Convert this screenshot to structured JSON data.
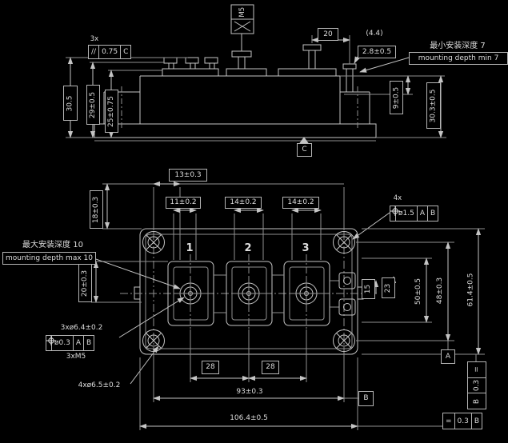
{
  "colors": {
    "background": "#000000",
    "line": "#c4c4c4",
    "light_line": "#8f8f8f",
    "text": "#dcdcdc"
  },
  "side_view": {
    "fcf_terminals": {
      "qty": "3x",
      "symbol": "//",
      "tolerance": "0.75",
      "datum": "C"
    },
    "dim_height_overall": "30.5",
    "dim_height_terminals": "29±0.5",
    "dim_height_inner": "25±0.75",
    "screw_symbol_label": "M5",
    "dim_terminal_pitch": "20",
    "dim_ref": "(4.4)",
    "dim_tab": "2.8±0.5",
    "note_depth_min": {
      "zh": "最小安装深度 7",
      "en": "mounting depth min 7"
    },
    "dim_step": "9±0.5",
    "dim_body_height": "30.3±0.5",
    "datum_c": "C"
  },
  "plan_view": {
    "dim_edge_to_hole": "13±0.3",
    "dim_terminal_1": "11±0.2",
    "dim_terminal_2": "14±0.2",
    "dim_terminal_3": "14±0.2",
    "dim_left_top": "18±0.3",
    "dim_left_mid": "20±0.3",
    "note_depth_max": {
      "zh": "最大安装深度 10",
      "en": "mounting depth max 10"
    },
    "callout_thread": {
      "label": "3xø6.4±0.2",
      "fcf": {
        "symbol": "position",
        "tolerance": "ø0.3",
        "datum1": "A",
        "datum2": "B"
      },
      "thread": "3xM5"
    },
    "callout_holes": "4xø6.5±0.2",
    "fcf_holes": {
      "qty": "4x",
      "symbol": "position",
      "tolerance": "ø1.5",
      "datum1": "A",
      "datum2": "B"
    },
    "phase_labels": [
      "1",
      "2",
      "3"
    ],
    "dim_aux_1": "15",
    "dim_aux_2": "23",
    "dim_pitch_1": "28",
    "dim_pitch_2": "28",
    "dim_holes_x": "93±0.3",
    "dim_overall_x": "106.4±0.5",
    "dim_pocket_y": "50±0.5",
    "dim_holes_y": "48±0.3",
    "dim_overall_y": "61.4±0.5",
    "datum_a": "A",
    "datum_b": "B",
    "fcf_sym_right": {
      "symbol": "=",
      "tolerance": "0.3",
      "datum": "B"
    },
    "fcf_sym_bottom": {
      "symbol": "=",
      "tolerance": "0.3",
      "datum": "B"
    }
  }
}
